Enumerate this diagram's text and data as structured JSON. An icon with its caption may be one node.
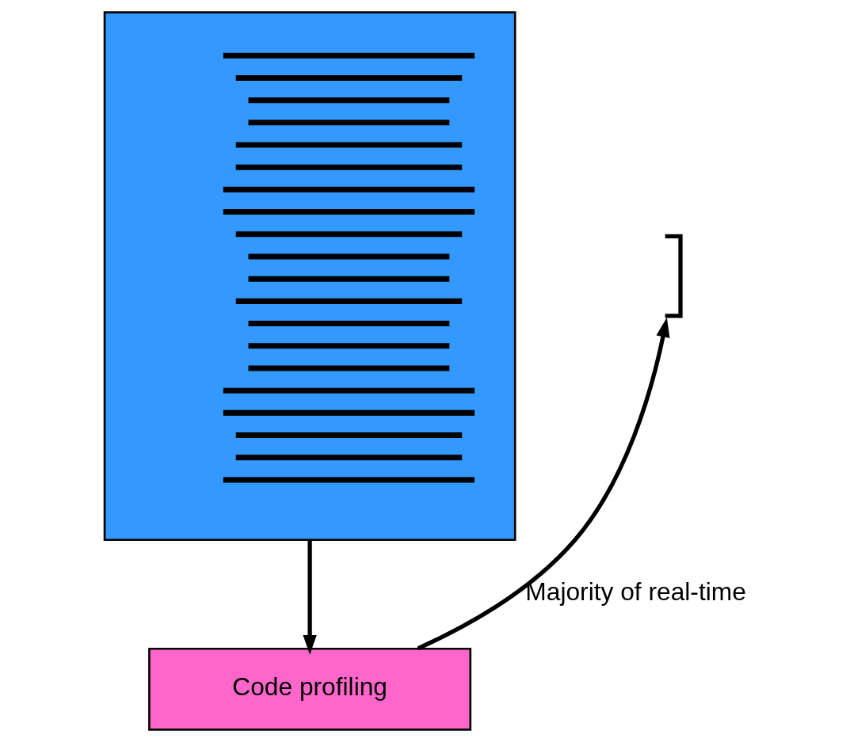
{
  "diagram": {
    "nodes": [
      {
        "text": [],
        "shape": "box"
      },
      {
        "text": [],
        "shape": "brace"
      },
      {
        "text": [
          "Code profiling"
        ]
      }
    ],
    "edges": [
      {
        "from": 0,
        "to": 2,
        "arrow": "to"
      },
      {
        "from": 2,
        "to": 1,
        "arrow": "to",
        "label": "Majority of real-time"
      }
    ]
  }
}
